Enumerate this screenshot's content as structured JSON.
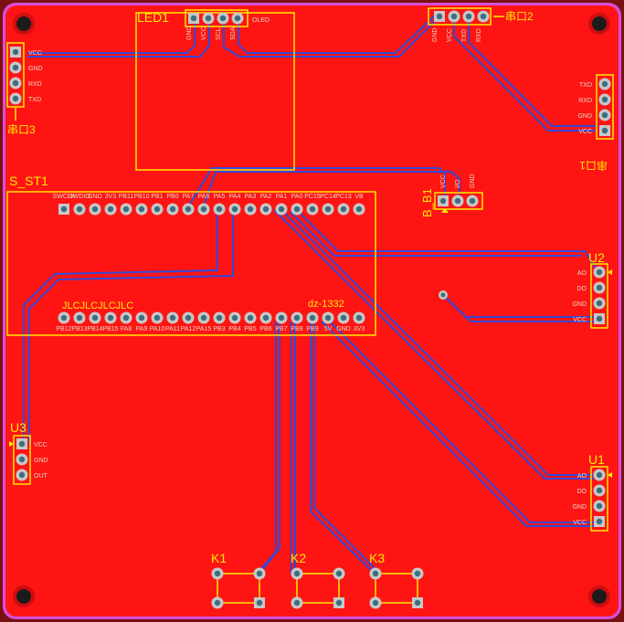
{
  "board": {
    "colors": {
      "copper": "#ff1414",
      "outline": "#d74fd9",
      "silk": "#ffea00",
      "trace": "#3448d8",
      "pad": "#c7c7c7",
      "hole": "#3a6f7f",
      "background": "#7a1010"
    }
  },
  "components": {
    "led1": {
      "ref": "LED1",
      "value": "OLED",
      "pins": [
        "GND",
        "VCC",
        "SCL",
        "SDA"
      ]
    },
    "port1": {
      "ref": "串口2",
      "pins": [
        "GND",
        "VCC",
        "TXD",
        "RXD"
      ]
    },
    "port3": {
      "ref": "串口3",
      "pins": [
        "VCC",
        "GND",
        "RXD",
        "TXD"
      ]
    },
    "port_right": {
      "ref": "串口1",
      "pins": [
        "TXD",
        "RXD",
        "GND",
        "VCC"
      ]
    },
    "s_st1": {
      "ref": "S_ST1",
      "text1": "JLCJLCJLCJLC",
      "text2": "dz-1332",
      "top_pins": [
        "SWCLK",
        "SWDIO",
        "GND",
        "3V3",
        "PB11",
        "PB10",
        "PB1",
        "PB0",
        "PA7",
        "PA6",
        "PA5",
        "PA4",
        "PA3",
        "PA2",
        "PA1",
        "PA0",
        "PC15",
        "PC14",
        "PC13",
        "VB"
      ],
      "bottom_pins": [
        "PB12",
        "PB13",
        "PB14",
        "PB15",
        "PA8",
        "PA9",
        "PA10",
        "PA11",
        "PA12",
        "PA15",
        "PB3",
        "PB4",
        "PB5",
        "PB6",
        "PB7",
        "PB8",
        "PB9",
        "5V",
        "GND",
        "3V3"
      ]
    },
    "b_b1": {
      "ref": "B_B1",
      "pins": [
        "VCC",
        "I/O",
        "GND"
      ]
    },
    "u2": {
      "ref": "U2",
      "pins": [
        "AO",
        "DO",
        "GND",
        "VCC"
      ]
    },
    "u1": {
      "ref": "U1",
      "pins": [
        "AO",
        "DO",
        "GND",
        "VCC"
      ]
    },
    "u3": {
      "ref": "U3",
      "pins": [
        "VCC",
        "GND",
        "OUT"
      ]
    },
    "k1": {
      "ref": "K1"
    },
    "k2": {
      "ref": "K2"
    },
    "k3": {
      "ref": "K3"
    }
  }
}
